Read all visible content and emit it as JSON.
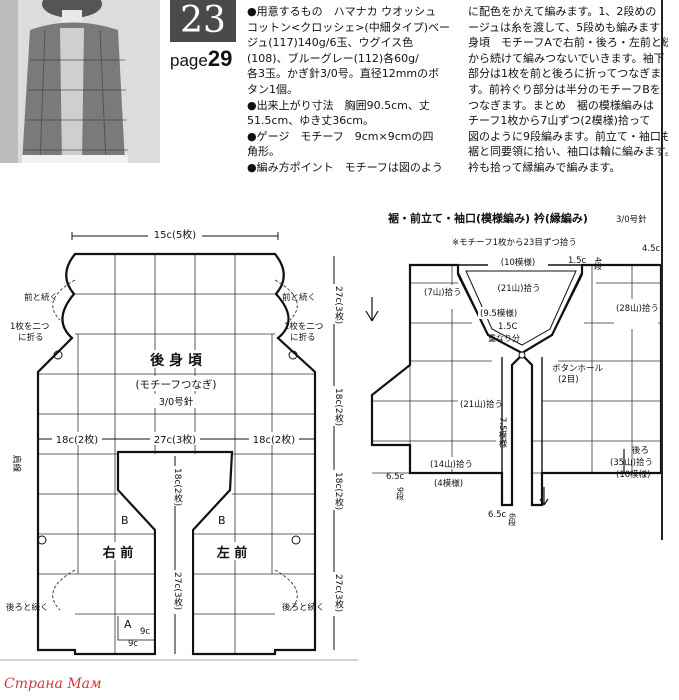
{
  "header": {
    "pattern_number": "23",
    "page_label": "page",
    "page_number": "29"
  },
  "materials": {
    "lines": [
      "●用意するもの　ハマナカ ウオッシュ",
      "コットン<クロッシェ>(中細タイプ)ベー",
      "ジュ(117)140g/6玉、ウグイス色",
      "(108)、ブルーグレー(112)各60g/",
      "各3玉。かぎ針3/0号。直径12mmのボ",
      "タン1個。",
      "●出来上がり寸法　胸囲90.5cm、丈",
      "51.5cm、ゆき丈36cm。",
      "●ゲージ　モチーフ　9cm×9cmの四",
      "角形。",
      "●編み方ポイント　モチーフは図のよう"
    ]
  },
  "instructions": {
    "lines": [
      "に配色をかえて編みます。1、2段めの",
      "ージュは糸を渡して、5段めも編みます",
      "身頃　モチーフAで右前・後ろ・左前と続",
      "から続けて編みつないでいきます。袖下",
      "部分は1枚を前と後ろに折ってつなぎま",
      "す。前衿ぐり部分は半分のモチーフBを",
      "つなぎます。まとめ　裾の模様編みは",
      "チーフ1枚から7山ずつ(2模様)拾って",
      "図のように9段編みます。前立て・袖口も",
      "裾と同要領に拾い、袖口は輪に編みます。",
      "衿も拾って縁編みで編みます。"
    ]
  },
  "left_diagram": {
    "width_top": "15c(5枚)",
    "continue_front": "前と続く",
    "fold_1": "1枚を二つ",
    "fold_2": "に折る",
    "back_body": "後 身 頃",
    "motif_join": "(モチーフつなぎ)",
    "hook": "3/0号針",
    "shoulder": "肩線",
    "w18": "18c(2枚)",
    "w27": "27c(3枚)",
    "h27": "27c(3枚)",
    "h18": "18c(2枚)",
    "label_b": "B",
    "label_a": "A",
    "right_front": "右 前",
    "left_front": "左 前",
    "continue_back": "後ろと続く",
    "d9": "9c"
  },
  "right_diagram": {
    "title": "裾・前立て・袖口(模様編み) 衿(縁編み)",
    "hook": "3/0号針",
    "note": "※モチーフ1枚から23目ずつ拾う",
    "p10": "(10模様)",
    "c15": "1.5c",
    "r4": "4段",
    "c45": "4.5c",
    "r21a": "(21山)拾う",
    "r7": "(7山)拾う",
    "r95": "(9.5模様)",
    "c15b": "1.5C",
    "overlap": "重なり分",
    "r28": "(28山)拾う",
    "button": "ボタンホール",
    "button2": "(2目)",
    "r21b": "(21山)拾う",
    "p75": "7.5模様",
    "r14": "(14山)拾う",
    "p4": "(4模様)",
    "c65": "6.5c",
    "r9": "9段",
    "c65b": "6.5c",
    "r6": "6段",
    "back": "後ろ",
    "r35": "(35山)拾う",
    "p10b": "(10模様)"
  },
  "watermark": "Страна Мам"
}
